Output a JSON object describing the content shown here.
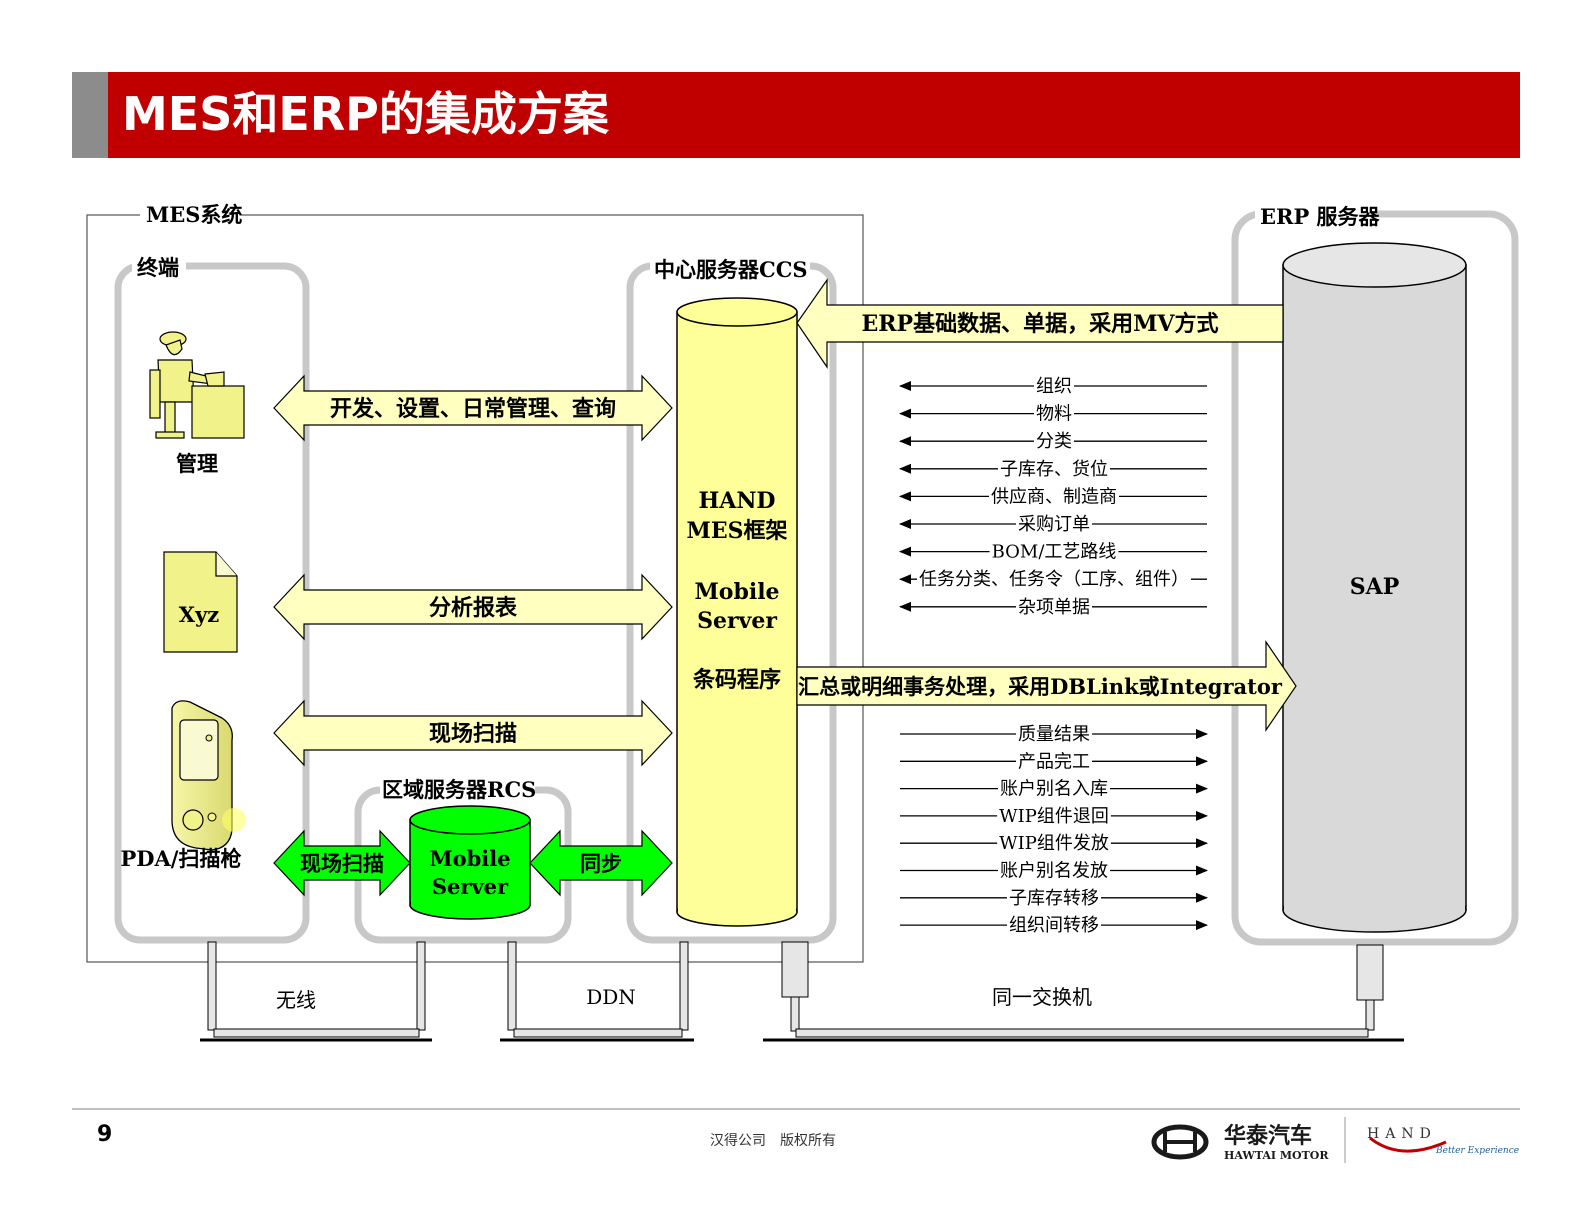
{
  "header": {
    "title": "MES和ERP的集成方案"
  },
  "mes_system": {
    "label": "MES系统",
    "terminal": {
      "label": "终端",
      "items": [
        "管理",
        "PDA/扫描枪"
      ],
      "report_icon_text": "Xyz"
    },
    "ccs": {
      "label": "中心服务器CCS",
      "lines": [
        "HAND",
        "MES框架",
        "Mobile",
        "Server",
        "条码程序"
      ]
    },
    "rcs": {
      "label": "区域服务器RCS",
      "lines": [
        "Mobile",
        "Server"
      ]
    }
  },
  "arrows": {
    "dev_manage": "开发、设置、日常管理、查询",
    "analysis": "分析报表",
    "scan": "现场扫描",
    "scan_green": "现场扫描",
    "sync": "同步",
    "erp_base": "ERP基础数据、单据，采用MV方式",
    "transaction": "汇总或明细事务处理，采用DBLink或Integrator"
  },
  "erp_to_mes": [
    "组织",
    "物料",
    "分类",
    "子库存、货位",
    "供应商、制造商",
    "采购订单",
    "BOM/工艺路线",
    "任务分类、任务令（工序、组件）",
    "杂项单据"
  ],
  "mes_to_erp": [
    "质量结果",
    "产品完工",
    "账户别名入库",
    "WIP组件退回",
    "WIP组件发放",
    "账户别名发放",
    "子库存转移",
    "组织间转移"
  ],
  "erp": {
    "label": "ERP 服务器",
    "db": "SAP"
  },
  "network": {
    "wireless": "无线",
    "ddn": "DDN",
    "switch": "同一交换机"
  },
  "footer": {
    "page": "9",
    "copyright": "汉得公司　版权所有",
    "logo_hawtai_cn": "华泰汽车",
    "logo_hawtai_en": "HAWTAI MOTOR",
    "logo_hand": "HAND",
    "logo_hand_tag": "Better Experience"
  },
  "colors": {
    "title_red": "#c00000",
    "arrow_yellow": "#ffffc0",
    "db_yellow": "#ffff99",
    "rcs_green": "#00ff00",
    "frame_grey": "#c8c8c8"
  }
}
